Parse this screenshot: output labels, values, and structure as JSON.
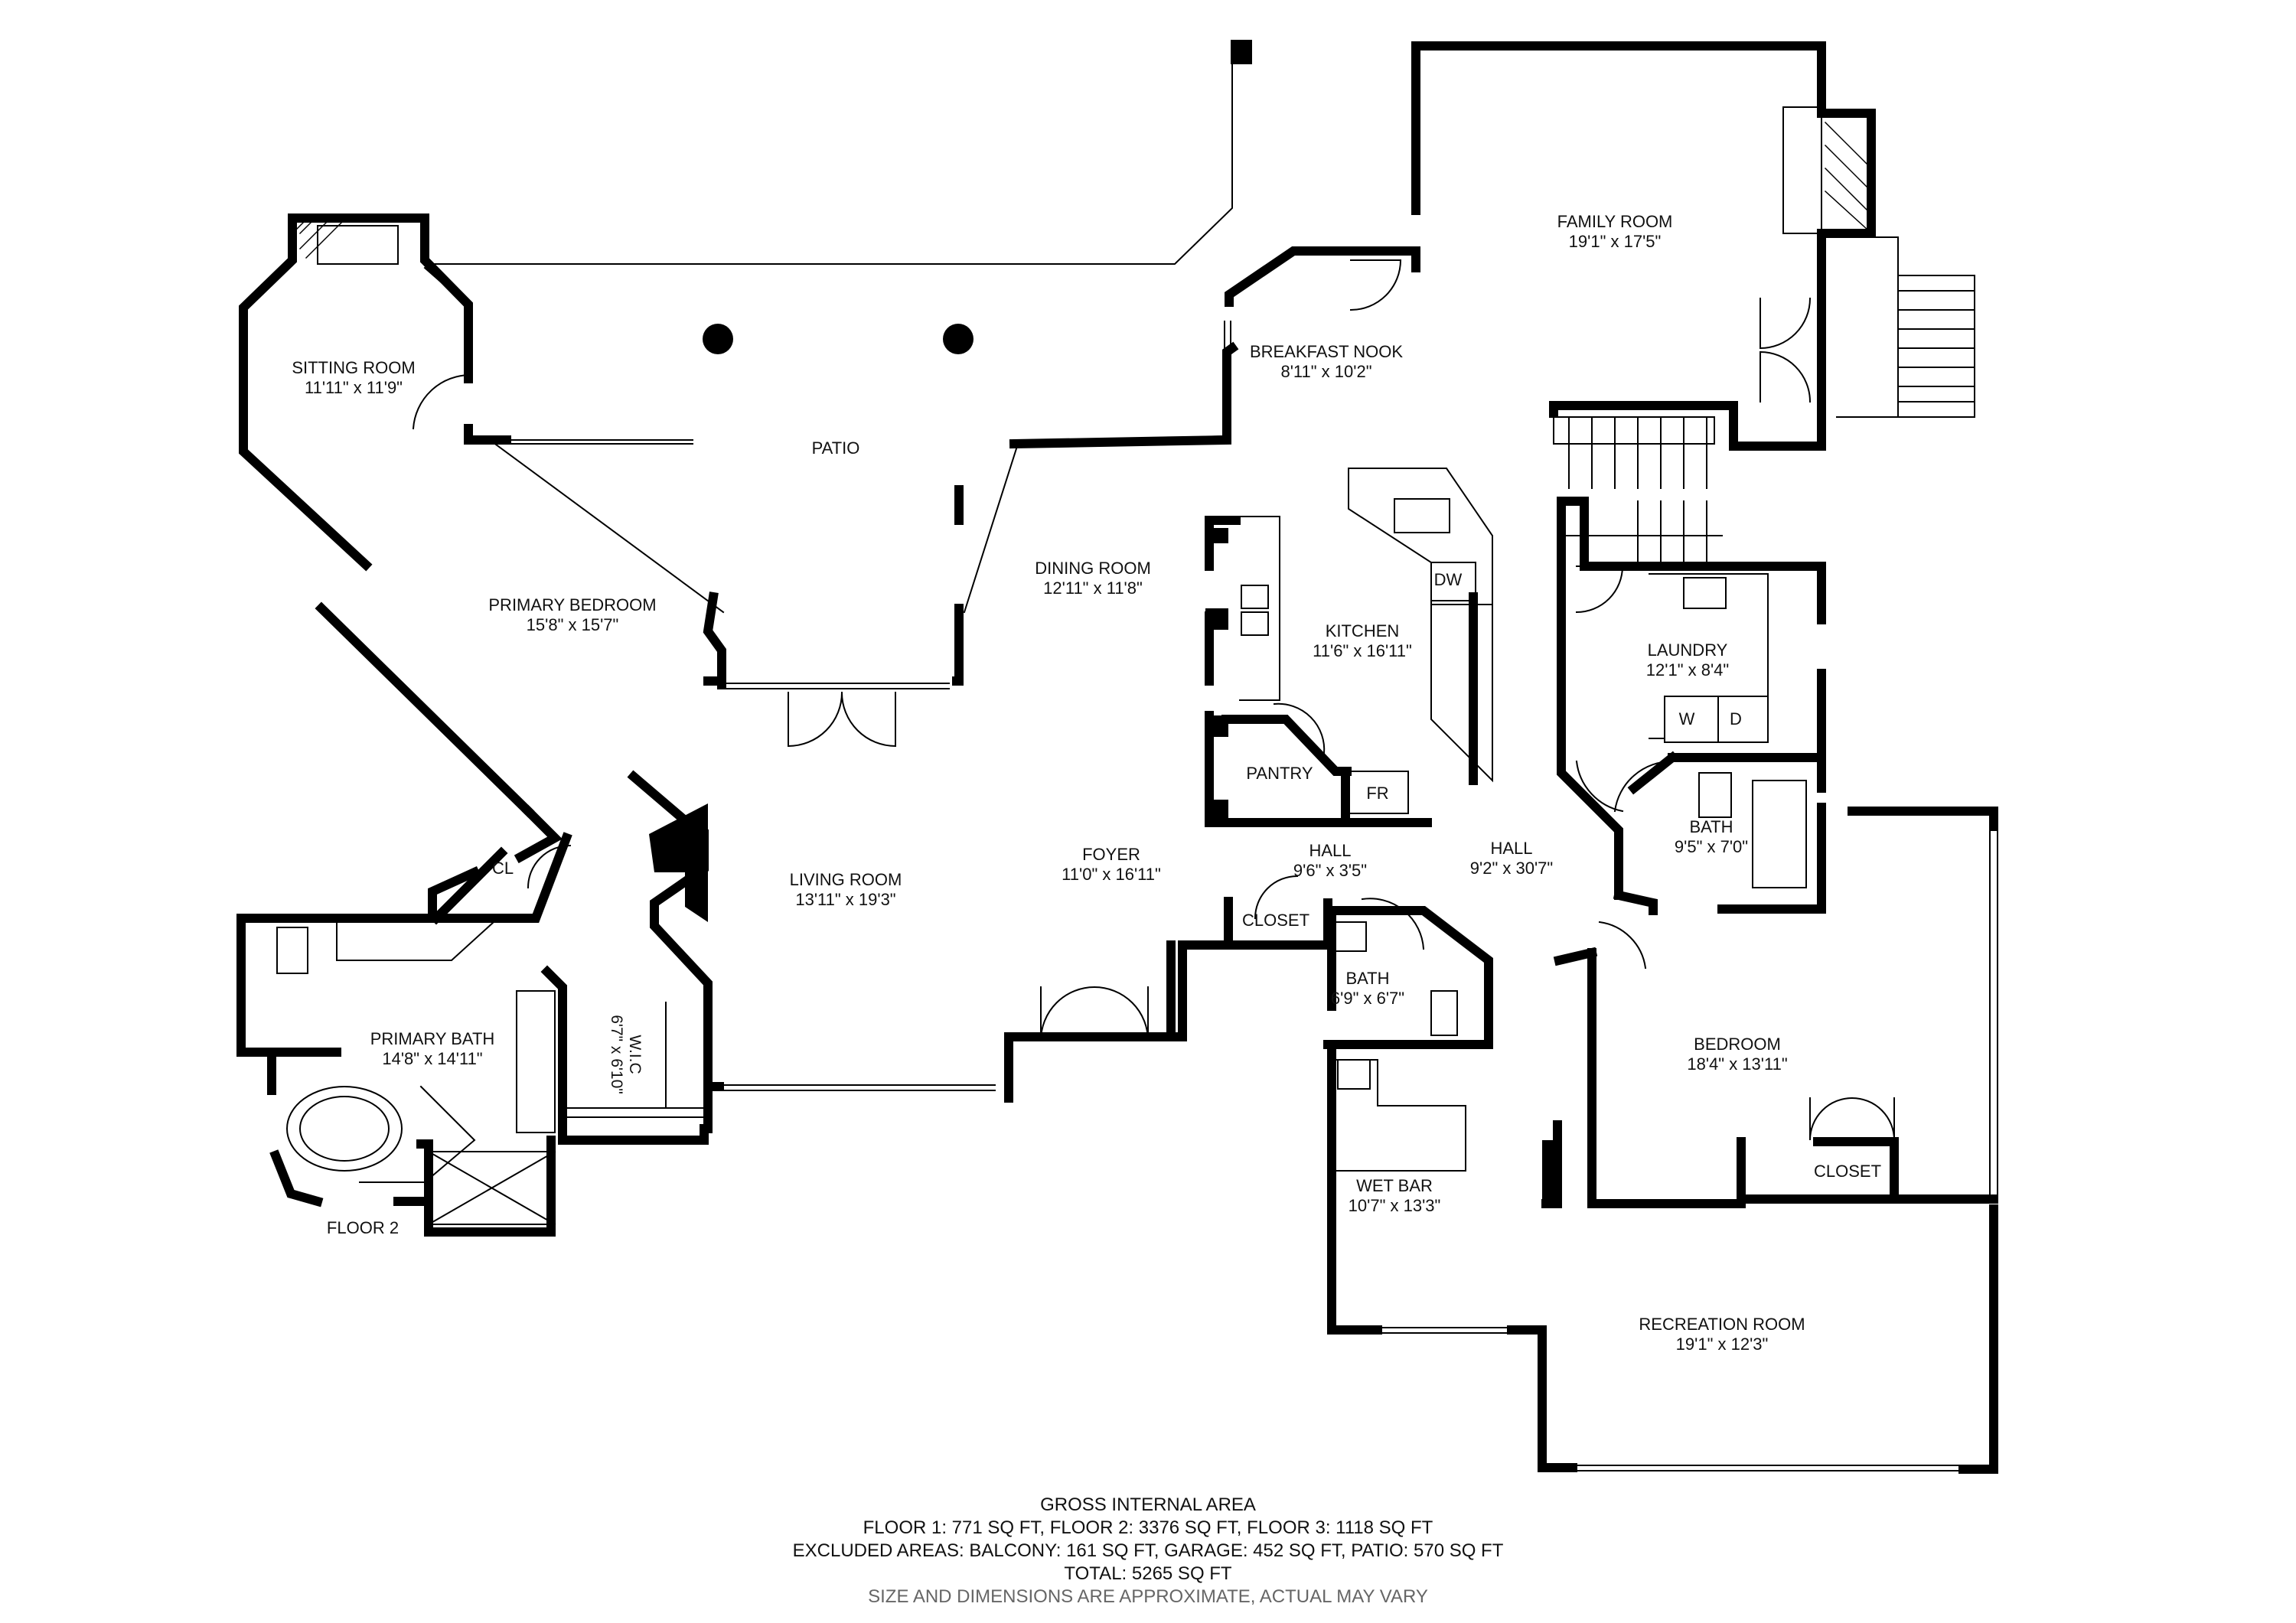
{
  "rooms": {
    "sitting_room": {
      "name": "SITTING ROOM",
      "dims": "11'11\" x 11'9\""
    },
    "patio": {
      "name": "PATIO"
    },
    "primary_bedroom": {
      "name": "PRIMARY BEDROOM",
      "dims": "15'8\" x 15'7\""
    },
    "dining_room": {
      "name": "DINING ROOM",
      "dims": "12'11\" x 11'8\""
    },
    "breakfast_nook": {
      "name": "BREAKFAST NOOK",
      "dims": "8'11\" x 10'2\""
    },
    "family_room": {
      "name": "FAMILY ROOM",
      "dims": "19'1\" x 17'5\""
    },
    "kitchen": {
      "name": "KITCHEN",
      "dims": "11'6\" x 16'11\""
    },
    "laundry": {
      "name": "LAUNDRY",
      "dims": "12'1\" x 8'4\""
    },
    "living_room": {
      "name": "LIVING ROOM",
      "dims": "13'11\" x 19'3\""
    },
    "foyer": {
      "name": "FOYER",
      "dims": "11'0\" x 16'11\""
    },
    "hall_1": {
      "name": "HALL",
      "dims": "9'6\" x 3'5\""
    },
    "hall_2": {
      "name": "HALL",
      "dims": "9'2\" x 30'7\""
    },
    "bath_upper": {
      "name": "BATH",
      "dims": "9'5\" x 7'0\""
    },
    "bath_lower": {
      "name": "BATH",
      "dims": "6'9\" x 6'7\""
    },
    "primary_bath": {
      "name": "PRIMARY BATH",
      "dims": "14'8\" x 14'11\""
    },
    "wic": {
      "name": "W.I.C",
      "dims": "6'7\" x 6'10\""
    },
    "bedroom": {
      "name": "BEDROOM",
      "dims": "18'4\" x 13'11\""
    },
    "wet_bar": {
      "name": "WET BAR",
      "dims": "10'7\" x 13'3\""
    },
    "recreation_room": {
      "name": "RECREATION ROOM",
      "dims": "19'1\" x 12'3\""
    }
  },
  "tags": {
    "pantry": "PANTRY",
    "fr": "FR",
    "dw": "DW",
    "w": "W",
    "d": "D",
    "cl": "CL",
    "closet_hall": "CLOSET",
    "closet_bedroom": "CLOSET",
    "floor": "FLOOR 2"
  },
  "footer": {
    "title": "GROSS INTERNAL AREA",
    "floors": "FLOOR 1: 771 SQ FT, FLOOR 2: 3376 SQ FT, FLOOR 3: 1118 SQ FT",
    "excluded": "EXCLUDED AREAS: BALCONY: 161 SQ FT, GARAGE: 452 SQ FT, PATIO: 570 SQ FT",
    "total": "TOTAL: 5265 SQ FT",
    "disclaimer": "SIZE AND DIMENSIONS ARE APPROXIMATE, ACTUAL MAY VARY"
  }
}
